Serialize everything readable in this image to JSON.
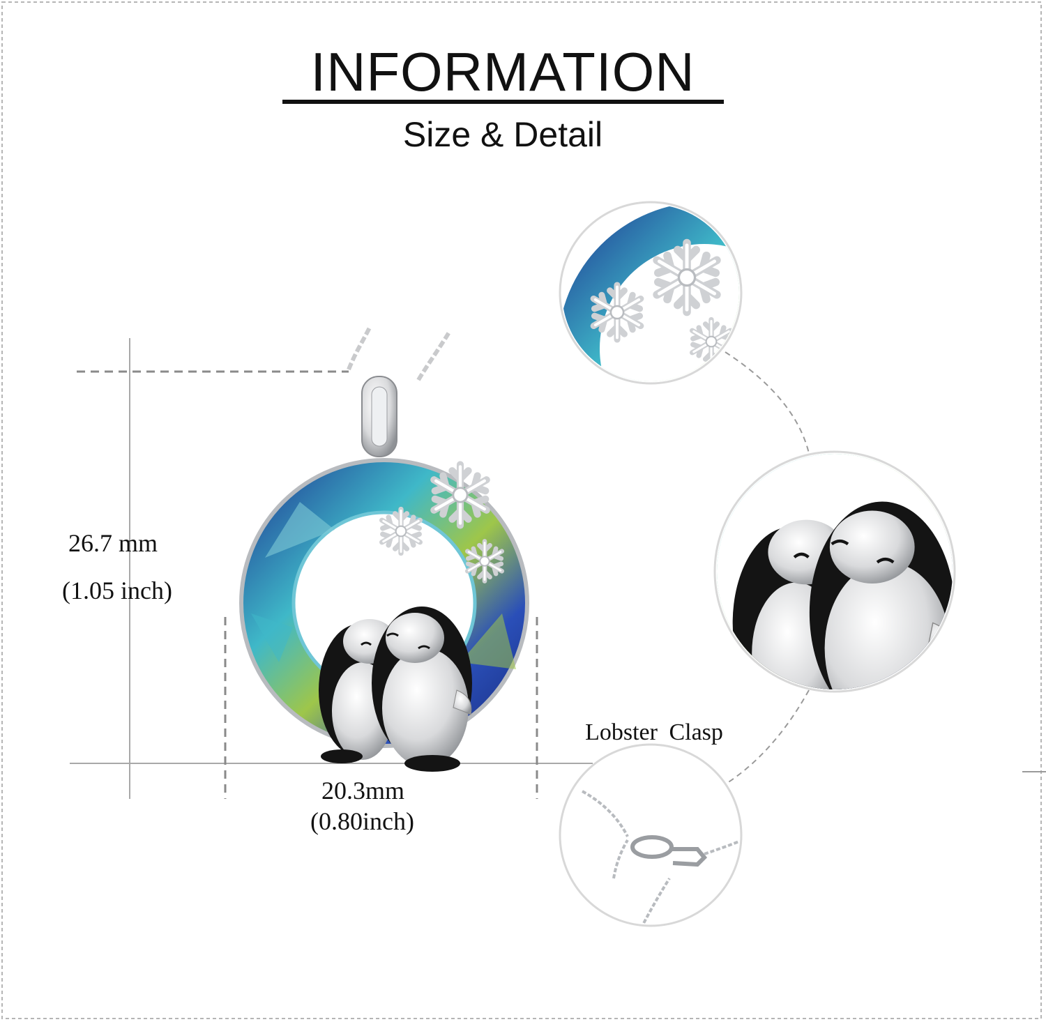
{
  "header": {
    "title": "INFORMATION",
    "subtitle": "Size & Detail"
  },
  "measurements": {
    "height_mm": "26.7 mm",
    "height_inch": "(1.05 inch)",
    "width_mm": "20.3mm",
    "width_inch": "(0.80inch)"
  },
  "details": {
    "clasp_label": "Lobster  Clasp"
  },
  "colors": {
    "crystal_blue": "#2a4fb8",
    "crystal_green": "#9ec64a",
    "crystal_teal": "#3fb8c8",
    "silver": "#d9dadc",
    "enamel_black": "#141414",
    "guide_line": "#9a9a9a"
  }
}
